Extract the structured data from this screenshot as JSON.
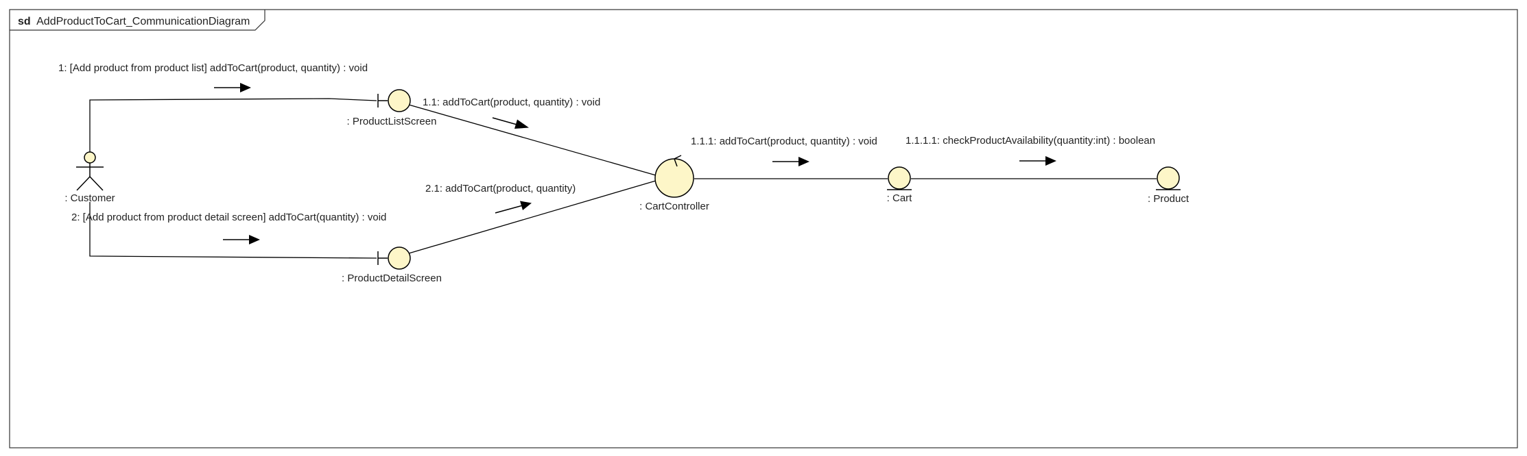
{
  "frame": {
    "keyword": "sd",
    "name": "AddProductToCart_CommunicationDiagram"
  },
  "colors": {
    "object_fill": "#fdf6c8",
    "stroke": "#000000",
    "text": "#222222"
  },
  "objects": {
    "customer": {
      "label": ": Customer",
      "kind": "actor"
    },
    "product_list_screen": {
      "label": ": ProductListScreen",
      "kind": "boundary"
    },
    "product_detail_screen": {
      "label": ": ProductDetailScreen",
      "kind": "boundary"
    },
    "cart_controller": {
      "label": ": CartController",
      "kind": "control"
    },
    "cart": {
      "label": ": Cart",
      "kind": "entity"
    },
    "product": {
      "label": ": Product",
      "kind": "entity"
    }
  },
  "messages": [
    {
      "seq": "1",
      "text": "1: [Add product from product list] addToCart(product, quantity) : void",
      "from": "customer",
      "to": "product_list_screen"
    },
    {
      "seq": "1.1",
      "text": "1.1: addToCart(product, quantity) : void",
      "from": "product_list_screen",
      "to": "cart_controller"
    },
    {
      "seq": "1.1.1",
      "text": "1.1.1: addToCart(product, quantity) : void",
      "from": "cart_controller",
      "to": "cart"
    },
    {
      "seq": "1.1.1.1",
      "text": "1.1.1.1: checkProductAvailability(quantity:int) : boolean",
      "from": "cart",
      "to": "product"
    },
    {
      "seq": "2",
      "text": "2: [Add product from product detail screen] addToCart(quantity) : void",
      "from": "customer",
      "to": "product_detail_screen"
    },
    {
      "seq": "2.1",
      "text": "2.1: addToCart(product, quantity)",
      "from": "product_detail_screen",
      "to": "cart_controller"
    }
  ]
}
